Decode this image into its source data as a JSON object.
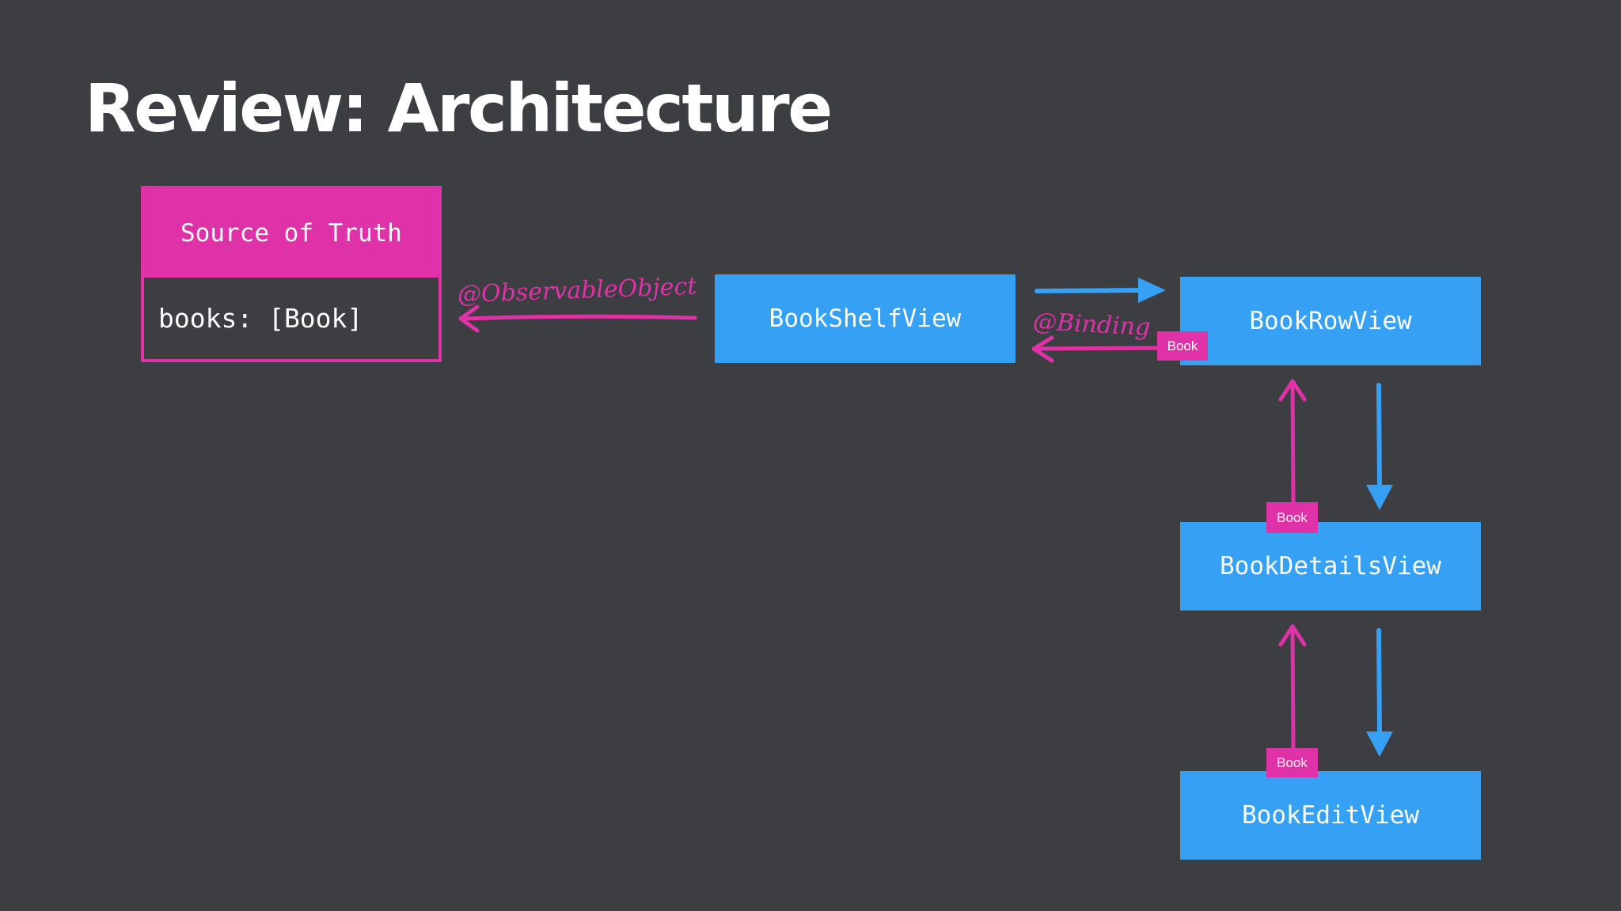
{
  "title": "Review: Architecture",
  "source_of_truth": {
    "header": "Source of Truth",
    "property": "books: [Book]"
  },
  "views": {
    "shelf": "BookShelfView",
    "row": "BookRowView",
    "details": "BookDetailsView",
    "edit": "BookEditView"
  },
  "annotations": {
    "observable": "@ObservableObject",
    "binding": "@Binding"
  },
  "tags": {
    "row": "Book",
    "details": "Book",
    "edit": "Book"
  },
  "colors": {
    "background": "#3d3e42",
    "magenta": "#df31a8",
    "blue": "#35a0f4"
  }
}
